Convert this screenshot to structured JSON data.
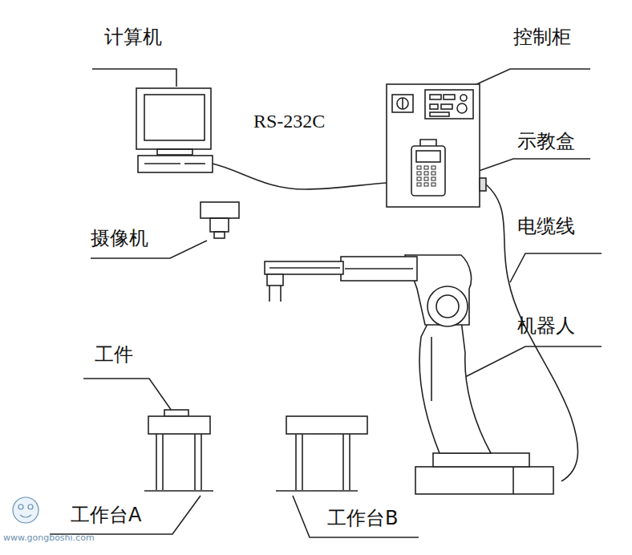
{
  "diagram": {
    "labels": [
      "计算机",
      "控制柜",
      "RS-232C",
      "示教盒",
      "摄像机",
      "电缆线",
      "机器人",
      "工件",
      "工作台A",
      "工作台B",
      "www.gongboshi.com"
    ]
  }
}
